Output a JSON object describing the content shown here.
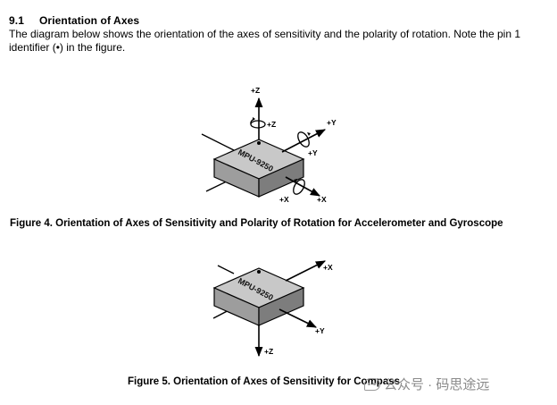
{
  "section": {
    "number": "9.1",
    "title": "Orientation of Axes",
    "intro": "The diagram below shows the orientation of the axes of sensitivity and the polarity of rotation. Note the pin 1 identifier (•) in the figure."
  },
  "figure4": {
    "chip_label": "MPU-9250",
    "axis_labels": {
      "z_accel": "+Z",
      "z_gyro": "+Z",
      "y_accel": "+Y",
      "y_gyro": "+Y",
      "x_accel": "+X",
      "x_gyro": "+X"
    },
    "caption": "Figure 4. Orientation of Axes of Sensitivity and Polarity of Rotation for Accelerometer and Gyroscope"
  },
  "figure5": {
    "chip_label": "MPU-9250",
    "axis_labels": {
      "x": "+X",
      "y": "+Y",
      "z": "+Z"
    },
    "caption": "Figure 5. Orientation of Axes of Sensitivity for Compass"
  },
  "watermark": {
    "text": "公众号 · 码思途远"
  }
}
